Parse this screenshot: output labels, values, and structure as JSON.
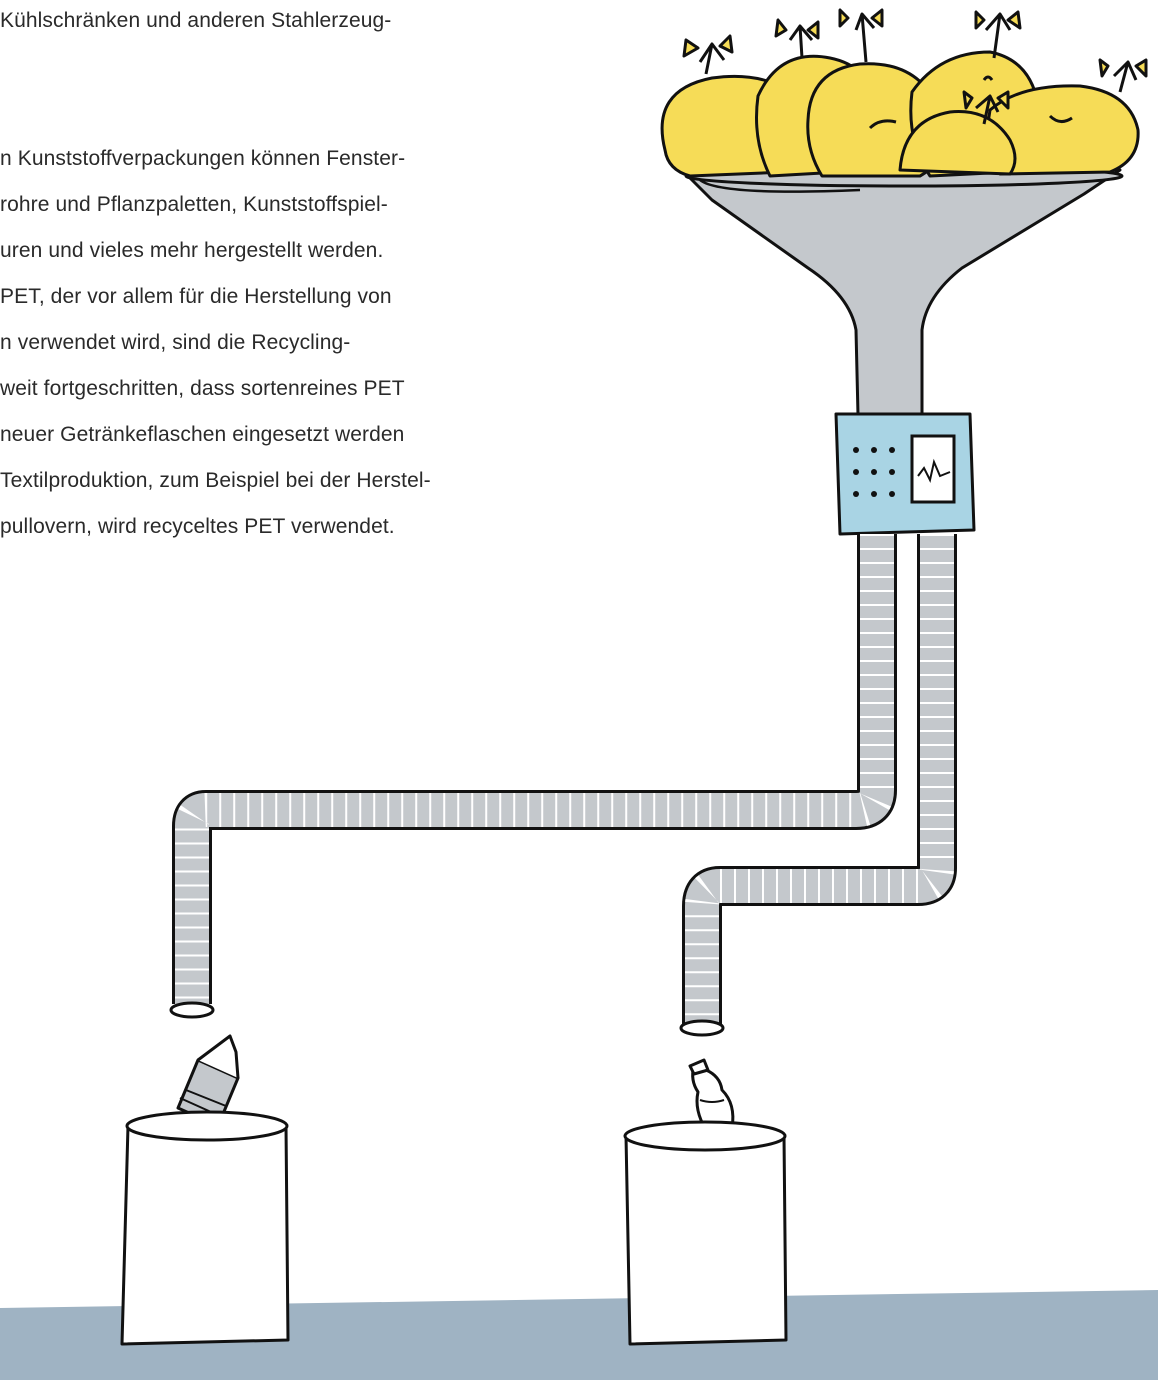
{
  "text": {
    "line1": "Kühlschränken und anderen Stahlerzeug-",
    "line2": "n Kunststoffverpackungen können Fenster-",
    "line3": "rohre und Pflanzpaletten, Kunststoffspiel-",
    "line4": "uren und vieles mehr hergestellt werden.",
    "line5": "PET, der vor allem für die Herstellung von",
    "line6": "n verwendet wird, sind die Recycling-",
    "line7": "weit fortgeschritten, dass sortenreines PET",
    "line8": "neuer Getränkeflaschen eingesetzt werden",
    "line9": "Textilproduktion, zum Beispiel bei der Herstel-",
    "line10": "pullovern, wird recyceltes PET verwendet."
  },
  "illustration": {
    "icons": [
      "garbage-bag-icon",
      "funnel-icon",
      "control-box-icon",
      "hose-icon",
      "tin-can-icon",
      "pet-bottle-icon",
      "bin-icon"
    ],
    "colors": {
      "bag_yellow": "#f6dc57",
      "funnel_gray": "#c4c8cc",
      "box_blue": "#a9d4e4",
      "ground_blue": "#9fb3c3",
      "outline": "#111111"
    }
  }
}
